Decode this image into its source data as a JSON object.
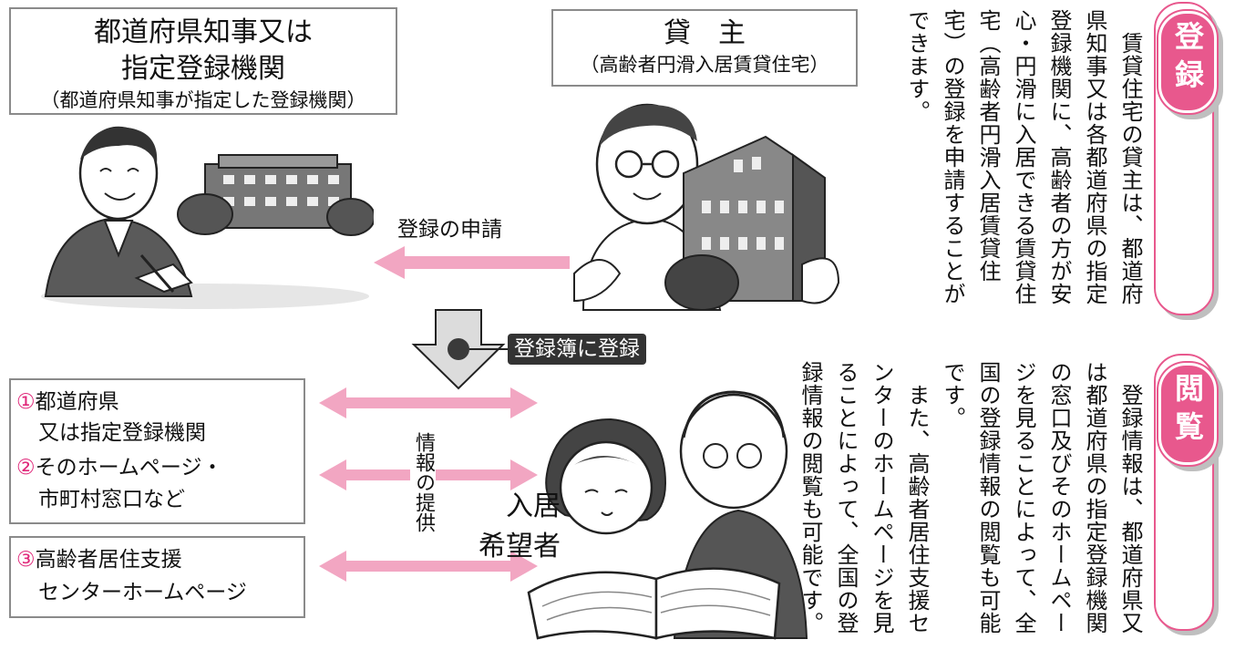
{
  "authority": {
    "title_line1": "都道府県知事又は",
    "title_line2": "指定登録機関",
    "subtitle": "（都道府県知事が指定した登録機関）"
  },
  "landlord": {
    "title": "貸　主",
    "subtitle": "（高齢者円滑入居賃貸住宅）"
  },
  "flow": {
    "application_label": "登録の申請",
    "register_label": "登録簿に登録",
    "info_label": "情報の提供",
    "applicant_line1": "入居",
    "applicant_line2": "希望者"
  },
  "sources": {
    "item1_num": "①",
    "item1_line1": "都道府県",
    "item1_line2": "又は指定登録機関",
    "item2_num": "②",
    "item2_line1": "そのホームページ・",
    "item2_line2": "市町村窓口など",
    "item3_num": "③",
    "item3_line1": "高齢者居住支援",
    "item3_line2": "センターホームページ"
  },
  "registration": {
    "tag": "登録",
    "body": "　賃貸住宅の貸主は、都道府県知事又は各都道府県の指定登録機関に、高齢者の方が安心・円滑に入居できる賃貸住宅（高齢者円滑入居賃貸住宅）の登録を申請することができます。"
  },
  "viewing": {
    "tag": "閲覧",
    "body": "　登録情報は、都道府県又は都道府県の指定登録機関の窓口及びそのホームページを見ることによって、全国の登録情報の閲覧も可能です。\n　また、高齢者居住支援センターのホームページを見ることによって、全国の登録情報の閲覧も可能です。"
  },
  "colors": {
    "accent_pink": "#e8588d",
    "arrow_pink": "#f2a6c2",
    "box_border": "#8a8a8a",
    "label_dark": "#333333"
  }
}
